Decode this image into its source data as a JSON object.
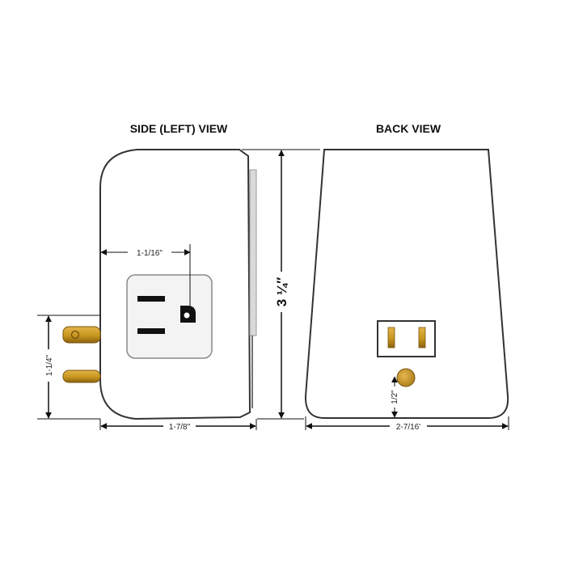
{
  "titles": {
    "side": "SIDE (LEFT) VIEW",
    "back": "BACK VIEW"
  },
  "dimensions": {
    "outlet_offset": "1-1/16\"",
    "prong_height": "1-1/4\"",
    "side_depth": "1-7/8\"",
    "height": "3 ¼″",
    "ground_offset": "1/2\"",
    "back_width": "2-7/16'"
  },
  "colors": {
    "outline": "#333333",
    "fill": "#ffffff",
    "face_plate": "#f3f3f3",
    "prong": "#c8961e",
    "prong_dark": "#8a6210",
    "edge_gray": "#d9d9d9"
  }
}
